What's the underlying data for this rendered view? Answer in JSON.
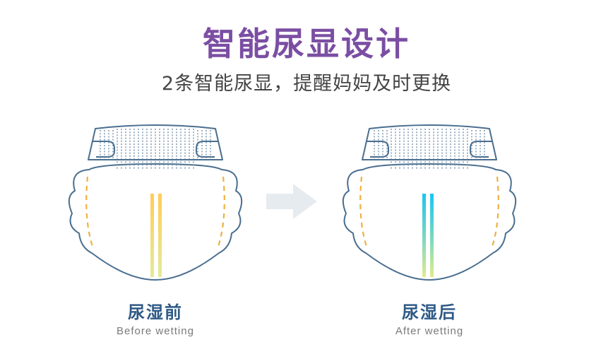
{
  "title": "智能尿显设计",
  "subtitle": "2条智能尿显，提醒妈妈及时更换",
  "panels": [
    {
      "label_cn": "尿湿前",
      "label_en": "Before wetting"
    },
    {
      "label_cn": "尿湿后",
      "label_en": "After wetting"
    }
  ],
  "colors": {
    "title": "#7b4ea3",
    "outline": "#4a6e8f",
    "dashes": "#f0b040",
    "indicator_before_top": "#ffcc55",
    "indicator_before_bottom": "#e4ea9a",
    "indicator_after_top": "#18c6f0",
    "indicator_after_bottom": "#e0ec8c",
    "arrow": "#e6ebf0"
  }
}
